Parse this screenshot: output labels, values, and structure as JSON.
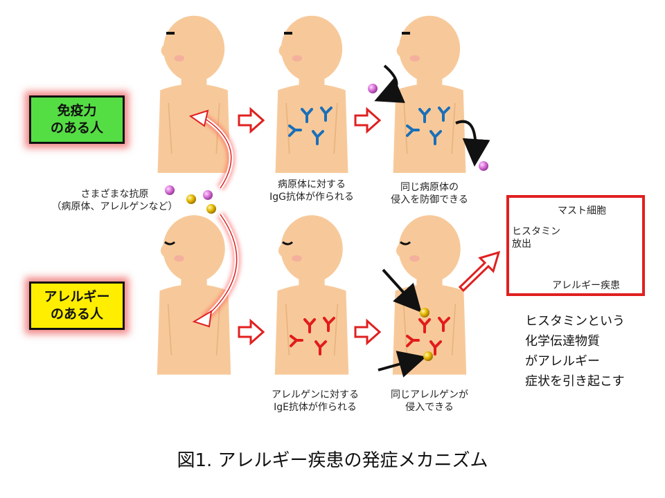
{
  "groups": {
    "immune": "免疫力\nのある人",
    "allergy": "アレルギー\nのある人"
  },
  "antigen_label": "さまざまな抗原\n（病原体、アレルゲンなど）",
  "top_steps": {
    "step2": "病原体に対する\nIgG抗体が作られる",
    "step3": "同じ病原体の\n侵入を防御できる"
  },
  "bottom_steps": {
    "step2": "アレルゲンに対する\nIgE抗体が作られる",
    "step3": "同じアレルゲンが\n侵入できる"
  },
  "mast_panel": {
    "title": "マスト細胞",
    "release": "ヒスタミン\n放出",
    "disease": "アレルギー疾患"
  },
  "histamine_note": "ヒスタミンという\n化学伝達物質\nがアレルギー\n症状を引き起こす",
  "caption": "図1. アレルギー疾患の発症メカニズム",
  "colors": {
    "skin": "#f7c99a",
    "igg": "#1a6fb8",
    "ige": "#e21b1b",
    "pathogen": "#d873d8",
    "allergen": "#e6b800",
    "immune_box": "#55dd44",
    "allergy_box": "#ffee00"
  }
}
